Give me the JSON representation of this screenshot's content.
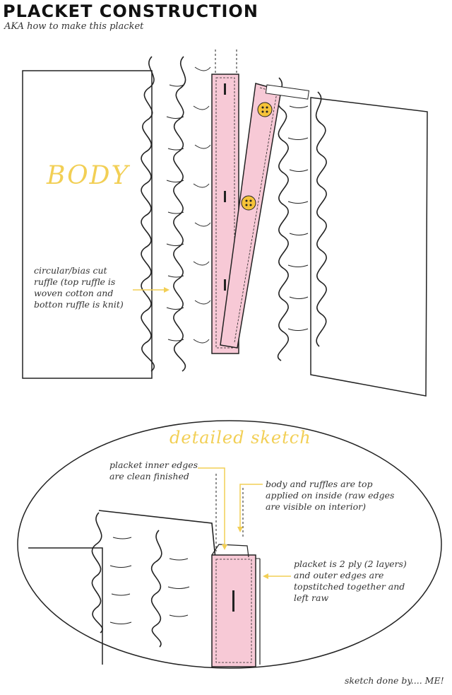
{
  "header": {
    "title": "PLACKET CONSTRUCTION",
    "subtitle": "AKA how to make this placket"
  },
  "body_label": "BODY",
  "ruffle_note": "circular/bias cut\nruffle (top ruffle is\nwoven cotton and\nbotton ruffle is knit)",
  "detail": {
    "label": "detailed sketch",
    "inner_edges_note": "placket inner edges\nare clean finished",
    "body_ruffles_note": "body and ruffles are top\napplied on inside (raw edges\nare visible on interior)",
    "ply_note": "placket is 2 ply (2 layers)\nand outer edges are\ntopstitched together and\nleft raw"
  },
  "credit": "sketch done by.... ME!",
  "colors": {
    "placket_pink": "#f7c9d6",
    "annotation_yellow": "#f2cf55",
    "button_yellow": "#f6c33a",
    "ink": "#222222"
  }
}
